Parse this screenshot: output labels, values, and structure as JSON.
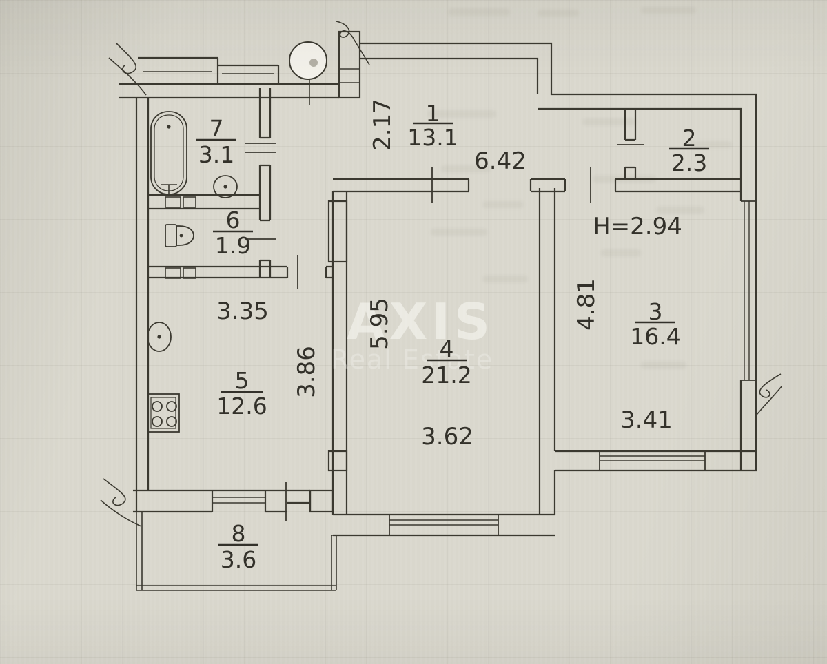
{
  "plan": {
    "watermark": {
      "brand": "AXIS",
      "tagline": "Real Estate"
    },
    "rooms": [
      {
        "number": "1",
        "area": "13.1"
      },
      {
        "number": "2",
        "area": "2.3"
      },
      {
        "number": "3",
        "area": "16.4"
      },
      {
        "number": "4",
        "area": "21.2"
      },
      {
        "number": "5",
        "area": "12.6"
      },
      {
        "number": "6",
        "area": "1.9"
      },
      {
        "number": "7",
        "area": "3.1"
      },
      {
        "number": "8",
        "area": "3.6"
      }
    ],
    "dimensions": {
      "room1": {
        "depth": "2.17",
        "width": "6.42"
      },
      "room3": {
        "depth": "4.81",
        "width": "3.41"
      },
      "room4": {
        "depth": "5.95",
        "width": "3.62"
      },
      "room5": {
        "width": "3.35",
        "depth": "3.86"
      },
      "ceiling_height": "H=2.94"
    }
  }
}
